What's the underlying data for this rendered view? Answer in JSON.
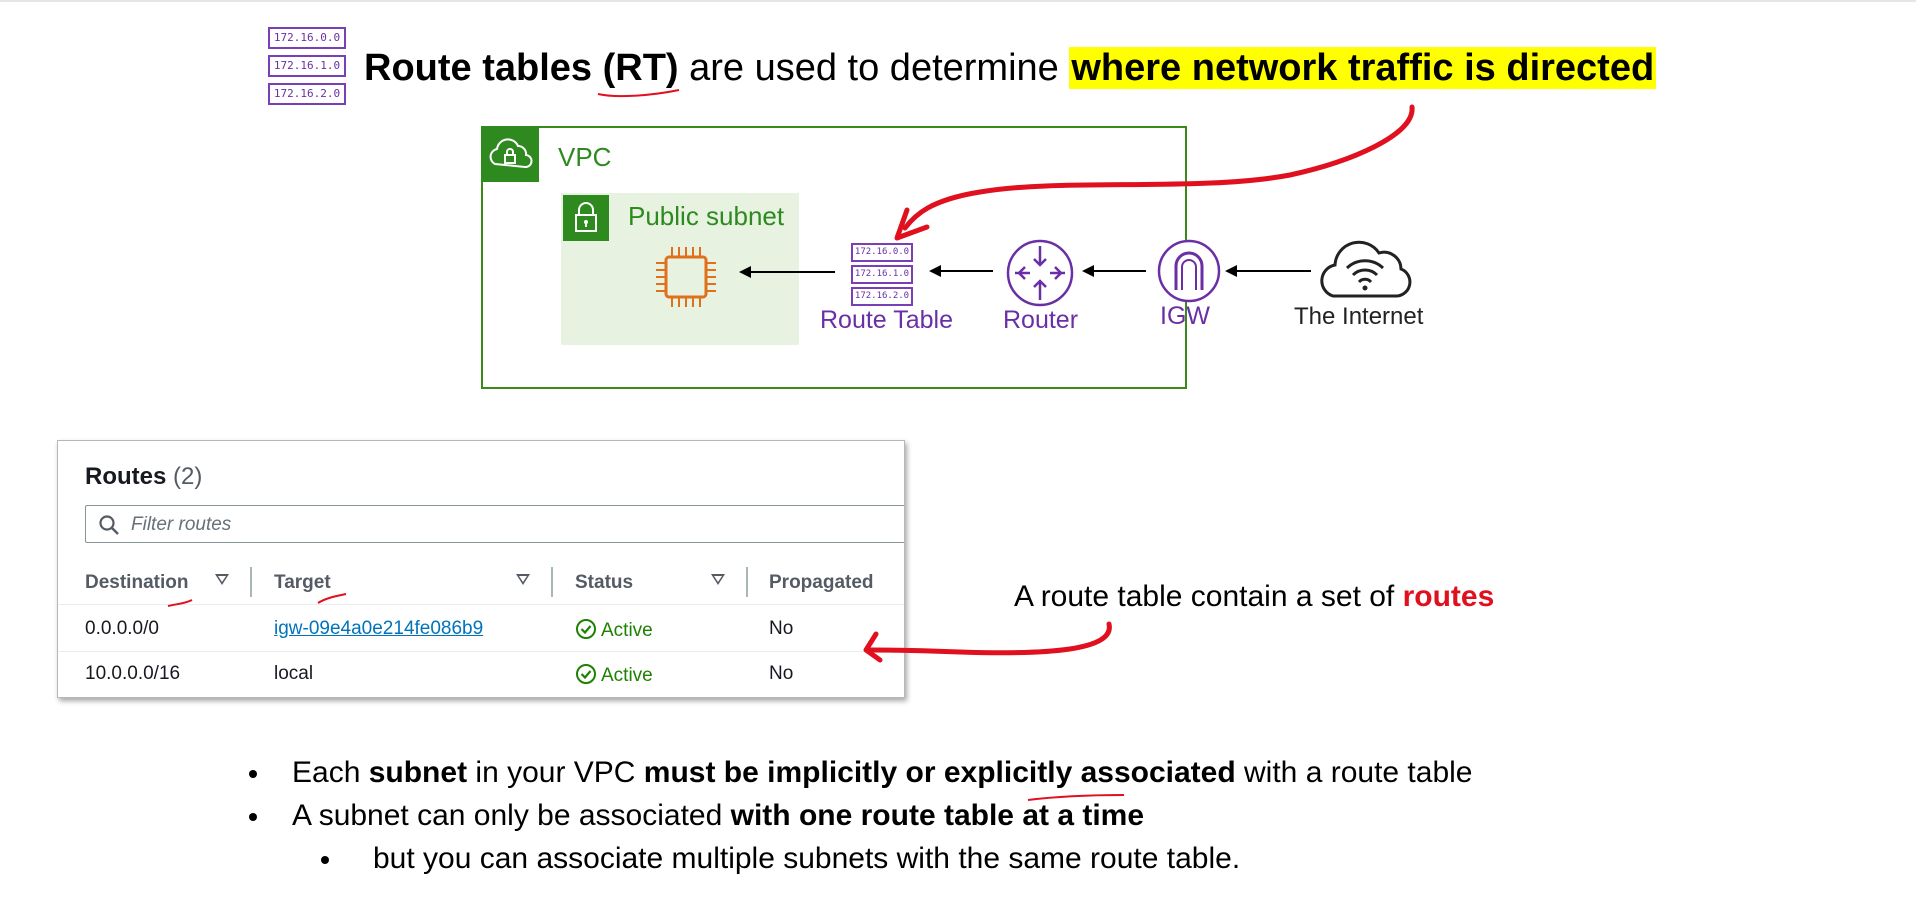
{
  "title": {
    "icon_rows": [
      "172.16.0.0",
      "172.16.1.0",
      "172.16.2.0"
    ],
    "part1": "Route tables (RT)",
    "part2": " are used to determine ",
    "highlight": "where network traffic is directed"
  },
  "diagram": {
    "vpc_label": "VPC",
    "subnet_label": "Public subnet",
    "route_table_label": "Route Table",
    "router_label": "Router",
    "igw_label": "IGW",
    "internet_label": "The Internet",
    "rt_rows": [
      "172.16.0.0",
      "172.16.1.0",
      "172.16.2.0"
    ],
    "icons": [
      "vpc-cloud-lock-icon",
      "subnet-lock-icon",
      "ec2-chip-icon",
      "route-table-icon",
      "router-icon",
      "igw-icon",
      "internet-cloud-icon"
    ]
  },
  "routes": {
    "title": "Routes",
    "count": "(2)",
    "filter_placeholder": "Filter routes",
    "columns": [
      "Destination",
      "Target",
      "Status",
      "Propagated"
    ],
    "rows": [
      {
        "destination": "0.0.0.0/0",
        "target": "igw-09e4a0e214fe086b9",
        "status": "Active",
        "propagated": "No"
      },
      {
        "destination": "10.0.0.0/16",
        "target": "local",
        "status": "Active",
        "propagated": "No"
      }
    ]
  },
  "caption": {
    "text": "A route table contain a set of ",
    "highlight": "routes"
  },
  "bullets": {
    "b1": {
      "t1": "Each ",
      "b1": "subnet",
      "t2": " in your VPC ",
      "b2": "must be implicitly or explicitly associated",
      "t3": " with a route table"
    },
    "b2": {
      "t1": "A subnet can only be associated ",
      "b1": "with one route table at a time"
    },
    "b3": {
      "t1": "but you can associate multiple subnets with the same route table."
    }
  },
  "colors": {
    "vpc_green": "#2e8a1f",
    "aws_purple": "#6a2fa5",
    "highlight_yellow": "#ffff00",
    "annotation_red": "#e0101f",
    "status_green": "#1d8102",
    "link_blue": "#0073bb"
  }
}
